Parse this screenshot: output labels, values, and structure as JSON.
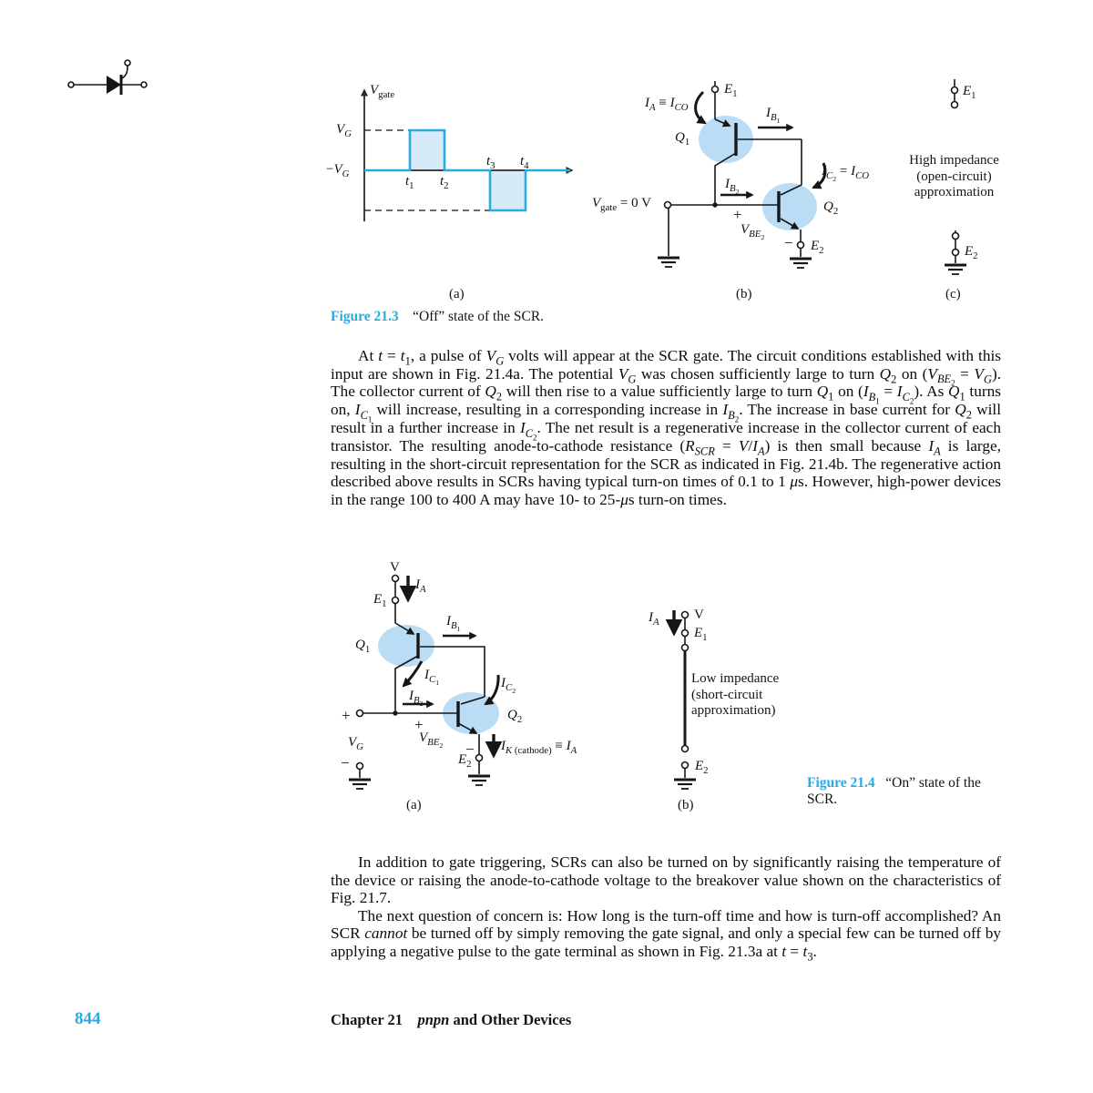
{
  "page": {
    "number": "844",
    "chapter_label": "Chapter 21",
    "chapter_title_html": "<i>pnpn</i> and Other Devices"
  },
  "colors": {
    "accent_blue": "#29abe2",
    "pulse_fill": "#d7eaf8",
    "transistor_highlight": "#badcf4",
    "text": "#111111"
  },
  "icons": {
    "scr_symbol": "scr-thyristor-symbol"
  },
  "fig213": {
    "caption_label": "Figure 21.3",
    "caption_text": "“Off” state of the SCR.",
    "sub_a": "(a)",
    "sub_b": "(b)",
    "sub_c": "(c)",
    "waveform": {
      "axis_y_html": "<i>V</i><sub>gate</sub>",
      "vg_html": "<i>V<sub>G</sub></i>",
      "neg_vg_html": "−<i>V<sub>G</sub></i>",
      "t1_html": "<i>t</i><sub>1</sub>",
      "t2_html": "<i>t</i><sub>2</sub>",
      "t3_html": "<i>t</i><sub>3</sub>",
      "t4_html": "<i>t</i><sub>4</sub>"
    },
    "circuit": {
      "ia_html": "<i>I<sub>A</sub></i> ≡ <i>I<sub>CO</sub></i>",
      "e1_html": "<i>E</i><sub>1</sub>",
      "ib1_html": "<i>I</i><sub><i>B</i><sub>1</sub></sub>",
      "q1_html": "<i>Q</i><sub>1</sub>",
      "ic2_html": "<i>I</i><sub><i>C</i><sub>2</sub></sub> = <i>I<sub>CO</sub></i>",
      "ib2_html": "<i>I</i><sub><i>B</i><sub>2</sub></sub>",
      "vgate0_html": "<i>V</i><sub>gate</sub> = 0 V",
      "plus": "+",
      "minus": "−",
      "vbe2_html": "<i>V</i><sub><i>BE</i><sub>2</sub></sub>",
      "q2_html": "<i>Q</i><sub>2</sub>",
      "e2_html": "<i>E</i><sub>2</sub>"
    },
    "approx": {
      "e1_html": "<i>E</i><sub>1</sub>",
      "e2_html": "<i>E</i><sub>2</sub>",
      "line1": "High impedance",
      "line2": "(open-circuit)",
      "line3": "approximation"
    }
  },
  "body": {
    "para1_html": "At <i>t</i> = <i>t</i><sub>1</sub>, a pulse of <i>V<sub>G</sub></i> volts will appear at the SCR gate. The circuit conditions established with this input are shown in Fig. 21.4a. The potential <i>V<sub>G</sub></i> was chosen sufficiently large to turn <i>Q</i><sub>2</sub> on (<i>V</i><sub><i>BE</i><sub>2</sub></sub> = <i>V<sub>G</sub></i>). The collector current of <i>Q</i><sub>2</sub> will then rise to a value sufficiently large to turn <i>Q</i><sub>1</sub> on (<i>I</i><sub><i>B</i><sub>1</sub></sub> = <i>I</i><sub><i>C</i><sub>2</sub></sub>). As <i>Q</i><sub>1</sub> turns on, <i>I</i><sub><i>C</i><sub>1</sub></sub> will increase, resulting in a corresponding increase in <i>I</i><sub><i>B</i><sub>2</sub></sub>. The increase in base current for <i>Q</i><sub>2</sub> will result in a further increase in <i>I</i><sub><i>C</i><sub>2</sub></sub>. The net result is a regenerative increase in the collector current of each transistor. The resulting anode-to-cathode resistance (<i>R<sub>SCR</sub></i> = <i>V</i>/<i>I<sub>A</sub></i>) is then small because <i>I<sub>A</sub></i> is large, resulting in the short-circuit representation for the SCR as indicated in Fig. 21.4b. The regenerative action described above results in SCRs having typical turn-on times of 0.1 to 1 <i>μ</i>s. However, high-power devices in the range 100 to 400 A may have 10- to 25-<i>μ</i>s turn-on times.",
    "para2_html": "In addition to gate triggering, SCRs can also be turned on by significantly raising the temperature of the device or raising the anode-to-cathode voltage to the breakover value shown on the characteristics of Fig. 21.7.",
    "para3_html": "The next question of concern is: How long is the turn-off time and how is turn-off accomplished? An SCR <i>cannot</i> be turned off by simply removing the gate signal, and only a special few can be turned off by applying a negative pulse to the gate terminal as shown in Fig. 21.3a at <i>t</i> = <i>t</i><sub>3</sub>."
  },
  "fig214": {
    "caption_label": "Figure 21.4",
    "caption_text": "“On” state of the SCR.",
    "sub_a": "(a)",
    "sub_b": "(b)",
    "circuit": {
      "v": "V",
      "ia_html": "<i>I<sub>A</sub></i>",
      "e1_html": "<i>E</i><sub>1</sub>",
      "q1_html": "<i>Q</i><sub>1</sub>",
      "ib1_html": "<i>I</i><sub><i>B</i><sub>1</sub></sub>",
      "ic1_html": "<i>I</i><sub><i>C</i><sub>1</sub></sub>",
      "ib2_html": "<i>I</i><sub><i>B</i><sub>2</sub></sub>",
      "ic2_html": "<i>I</i><sub><i>C</i><sub>2</sub></sub>",
      "q2_html": "<i>Q</i><sub>2</sub>",
      "plus": "+",
      "minus": "−",
      "vg_html": "<i>V<sub>G</sub></i>",
      "vbe2_html": "<i>V</i><sub><i>BE</i><sub>2</sub></sub>",
      "ik_html": "<i>I</i><sub><i>K</i> (cathode)</sub> ≡ <i>I<sub>A</sub></i>",
      "e2_html": "<i>E</i><sub>2</sub>"
    },
    "approx": {
      "ia_html": "<i>I<sub>A</sub></i>",
      "v": "V",
      "e1_html": "<i>E</i><sub>1</sub>",
      "e2_html": "<i>E</i><sub>2</sub>",
      "line1": "Low impedance",
      "line2": "(short-circuit",
      "line3": "approximation)"
    }
  }
}
